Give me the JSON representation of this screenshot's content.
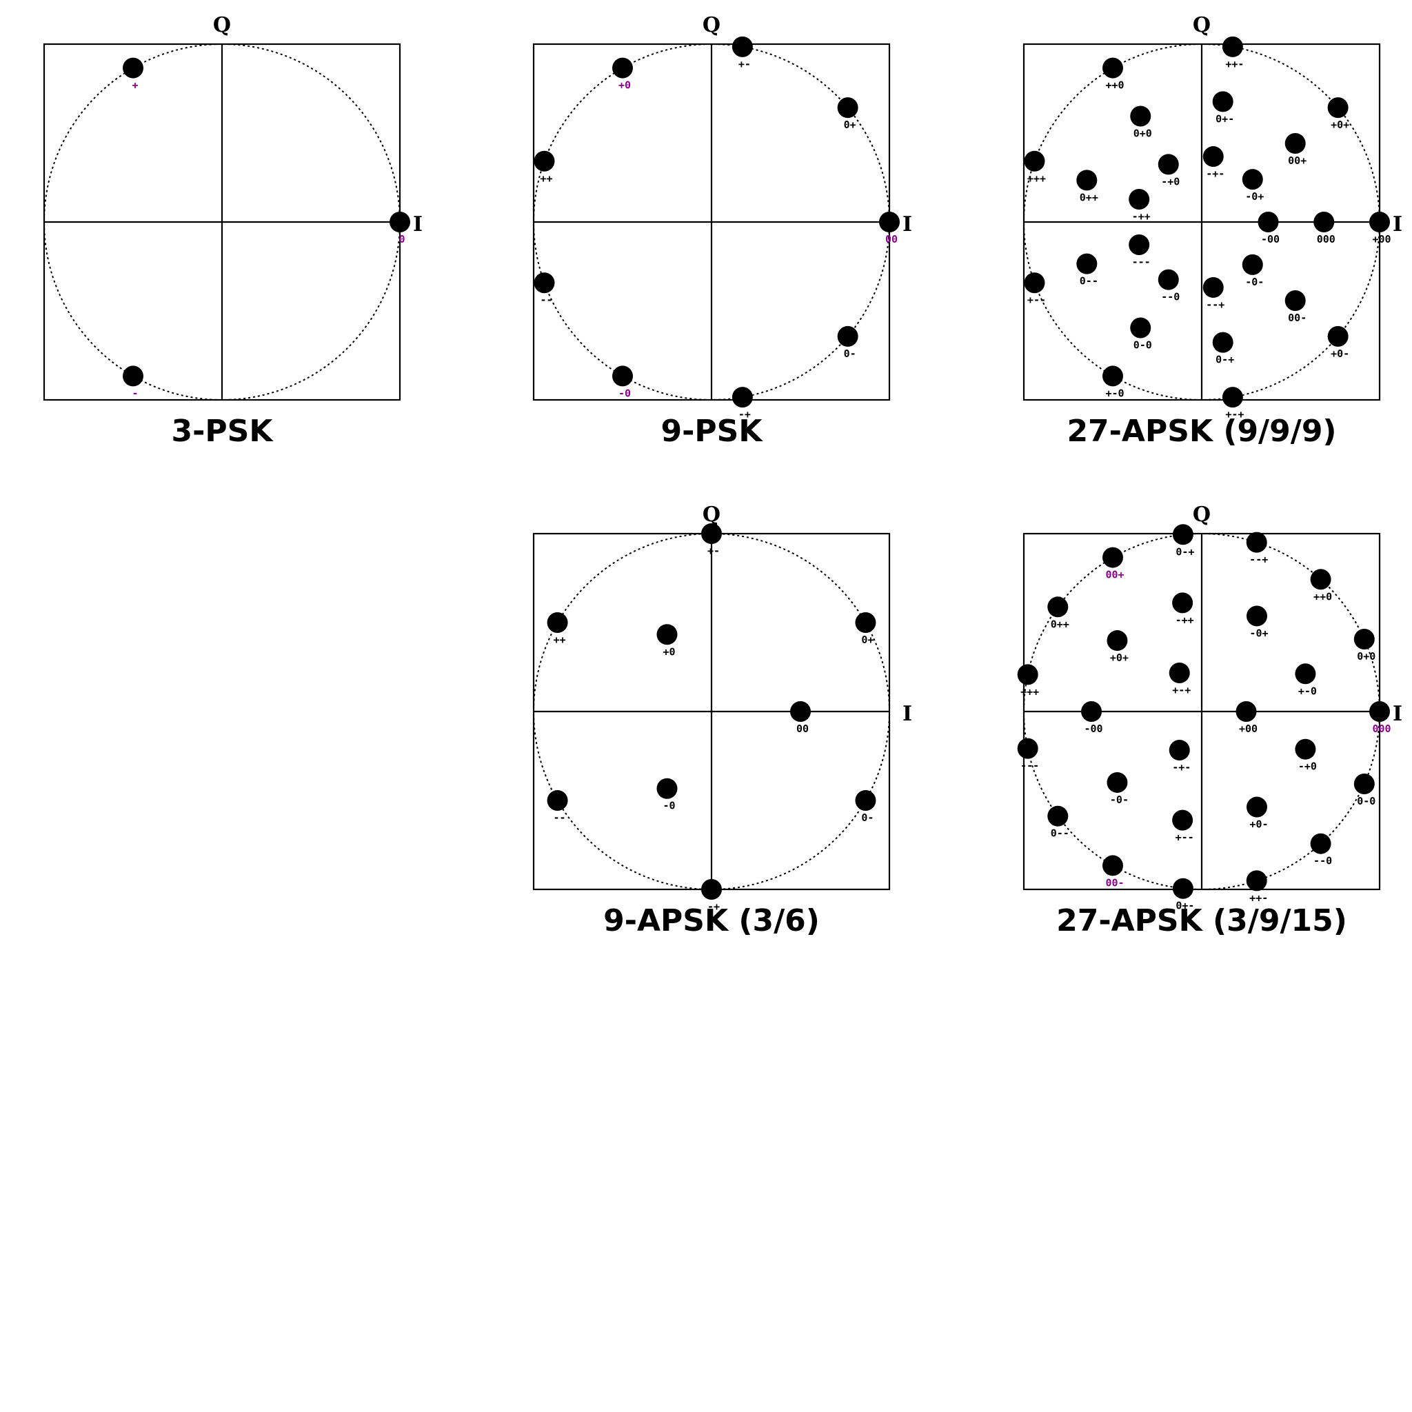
{
  "colors": {
    "point": "#000000",
    "label": "#000000",
    "highlight": "#8b008b"
  },
  "panels": [
    {
      "id": "3-psk",
      "title": "3-PSK",
      "i_label": "I",
      "q_label": "Q",
      "radius": 1,
      "points": [
        {
          "i": 1.0,
          "q": 0.0,
          "label": "0",
          "highlight": true
        },
        {
          "i": -0.5,
          "q": 0.866,
          "label": "+",
          "highlight": true
        },
        {
          "i": -0.5,
          "q": -0.866,
          "label": "-",
          "highlight": true
        }
      ]
    },
    {
      "id": "9-psk",
      "title": "9-PSK",
      "i_label": "I",
      "q_label": "Q",
      "radius": 1,
      "points": [
        {
          "i": 1.0,
          "q": 0.0,
          "label": "00",
          "highlight": true
        },
        {
          "i": 0.766,
          "q": 0.643,
          "label": "0+"
        },
        {
          "i": 0.174,
          "q": 0.985,
          "label": "+-"
        },
        {
          "i": -0.5,
          "q": 0.866,
          "label": "+0",
          "highlight": true
        },
        {
          "i": -0.94,
          "q": 0.342,
          "label": "++"
        },
        {
          "i": -0.94,
          "q": -0.342,
          "label": "--"
        },
        {
          "i": -0.5,
          "q": -0.866,
          "label": "-0",
          "highlight": true
        },
        {
          "i": 0.174,
          "q": -0.985,
          "label": "-+"
        },
        {
          "i": 0.766,
          "q": -0.643,
          "label": "0-"
        }
      ]
    },
    {
      "id": "27-apsk-999",
      "title": "27-APSK (9/9/9)",
      "i_label": "I",
      "q_label": "Q",
      "radius": 1,
      "points": [
        {
          "i": 1.0,
          "q": 0.0,
          "label": "+00"
        },
        {
          "i": 0.766,
          "q": 0.643,
          "label": "+0+"
        },
        {
          "i": 0.174,
          "q": 0.985,
          "label": "++-"
        },
        {
          "i": -0.5,
          "q": 0.866,
          "label": "++0"
        },
        {
          "i": -0.94,
          "q": 0.342,
          "label": "+++"
        },
        {
          "i": -0.94,
          "q": -0.342,
          "label": "+--"
        },
        {
          "i": -0.5,
          "q": -0.866,
          "label": "+-0"
        },
        {
          "i": 0.174,
          "q": -0.985,
          "label": "+-+"
        },
        {
          "i": 0.766,
          "q": -0.643,
          "label": "+0-"
        },
        {
          "i": 0.687,
          "q": 0.0,
          "label": "000"
        },
        {
          "i": 0.526,
          "q": 0.442,
          "label": "00+"
        },
        {
          "i": 0.119,
          "q": 0.677,
          "label": "0+-"
        },
        {
          "i": -0.344,
          "q": 0.595,
          "label": "0+0"
        },
        {
          "i": -0.646,
          "q": 0.235,
          "label": "0++"
        },
        {
          "i": -0.646,
          "q": -0.235,
          "label": "0--"
        },
        {
          "i": -0.344,
          "q": -0.595,
          "label": "0-0"
        },
        {
          "i": 0.119,
          "q": -0.677,
          "label": "0-+"
        },
        {
          "i": 0.526,
          "q": -0.442,
          "label": "00-"
        },
        {
          "i": 0.374,
          "q": 0.0,
          "label": "-00"
        },
        {
          "i": 0.286,
          "q": 0.24,
          "label": "-0+"
        },
        {
          "i": 0.065,
          "q": 0.368,
          "label": "-+-"
        },
        {
          "i": -0.187,
          "q": 0.324,
          "label": "-+0"
        },
        {
          "i": -0.352,
          "q": 0.128,
          "label": "-++"
        },
        {
          "i": -0.352,
          "q": -0.128,
          "label": "---"
        },
        {
          "i": -0.187,
          "q": -0.324,
          "label": "--0"
        },
        {
          "i": 0.065,
          "q": -0.368,
          "label": "--+"
        },
        {
          "i": 0.286,
          "q": -0.24,
          "label": "-0-"
        }
      ]
    },
    {
      "id": "9-apsk-36",
      "title": "9-APSK (3/6)",
      "i_label": "I",
      "q_label": "Q",
      "radius": 1,
      "points": [
        {
          "i": 0.5,
          "q": 0.0,
          "label": "00"
        },
        {
          "i": -0.25,
          "q": 0.433,
          "label": "+0"
        },
        {
          "i": -0.25,
          "q": -0.433,
          "label": "-0"
        },
        {
          "i": 0.0,
          "q": 1.0,
          "label": "+-"
        },
        {
          "i": 0.866,
          "q": 0.5,
          "label": "0+"
        },
        {
          "i": -0.866,
          "q": 0.5,
          "label": "++"
        },
        {
          "i": -0.866,
          "q": -0.5,
          "label": "--"
        },
        {
          "i": 0.866,
          "q": -0.5,
          "label": "0-"
        },
        {
          "i": 0.0,
          "q": -1.0,
          "label": "-+"
        }
      ]
    },
    {
      "id": "27-apsk-3915",
      "title": "27-APSK (3/9/15)",
      "i_label": "I",
      "q_label": "Q",
      "radius": 1,
      "points": [
        {
          "i": 1.0,
          "q": 0.0,
          "label": "000",
          "highlight": true
        },
        {
          "i": 0.914,
          "q": 0.407,
          "label": "0+0"
        },
        {
          "i": 0.669,
          "q": 0.743,
          "label": "++0"
        },
        {
          "i": 0.309,
          "q": 0.951,
          "label": "--+"
        },
        {
          "i": -0.105,
          "q": 0.995,
          "label": "0-+"
        },
        {
          "i": -0.5,
          "q": 0.866,
          "label": "00+",
          "highlight": true
        },
        {
          "i": -0.809,
          "q": 0.588,
          "label": "0++"
        },
        {
          "i": -0.978,
          "q": 0.208,
          "label": "+++"
        },
        {
          "i": -0.978,
          "q": -0.208,
          "label": "---"
        },
        {
          "i": -0.809,
          "q": -0.588,
          "label": "0--"
        },
        {
          "i": -0.5,
          "q": -0.866,
          "label": "00-",
          "highlight": true
        },
        {
          "i": -0.105,
          "q": -0.995,
          "label": "0+-"
        },
        {
          "i": 0.309,
          "q": -0.951,
          "label": "++-"
        },
        {
          "i": 0.669,
          "q": -0.743,
          "label": "--0"
        },
        {
          "i": 0.914,
          "q": -0.407,
          "label": "0-0"
        },
        {
          "i": 0.25,
          "q": 0.0,
          "label": "+00"
        },
        {
          "i": 0.583,
          "q": 0.212,
          "label": "+-0"
        },
        {
          "i": 0.31,
          "q": 0.537,
          "label": "-0+"
        },
        {
          "i": -0.108,
          "q": 0.611,
          "label": "-++"
        },
        {
          "i": -0.475,
          "q": 0.399,
          "label": "+0+"
        },
        {
          "i": -0.62,
          "q": 0.0,
          "label": "-00"
        },
        {
          "i": -0.475,
          "q": -0.399,
          "label": "-0-"
        },
        {
          "i": -0.108,
          "q": -0.611,
          "label": "+--"
        },
        {
          "i": 0.31,
          "q": -0.537,
          "label": "+0-"
        },
        {
          "i": 0.583,
          "q": -0.212,
          "label": "-+0"
        },
        {
          "i": -0.125,
          "q": 0.217,
          "label": "+-+"
        },
        {
          "i": -0.125,
          "q": -0.217,
          "label": "-+-"
        }
      ]
    }
  ]
}
